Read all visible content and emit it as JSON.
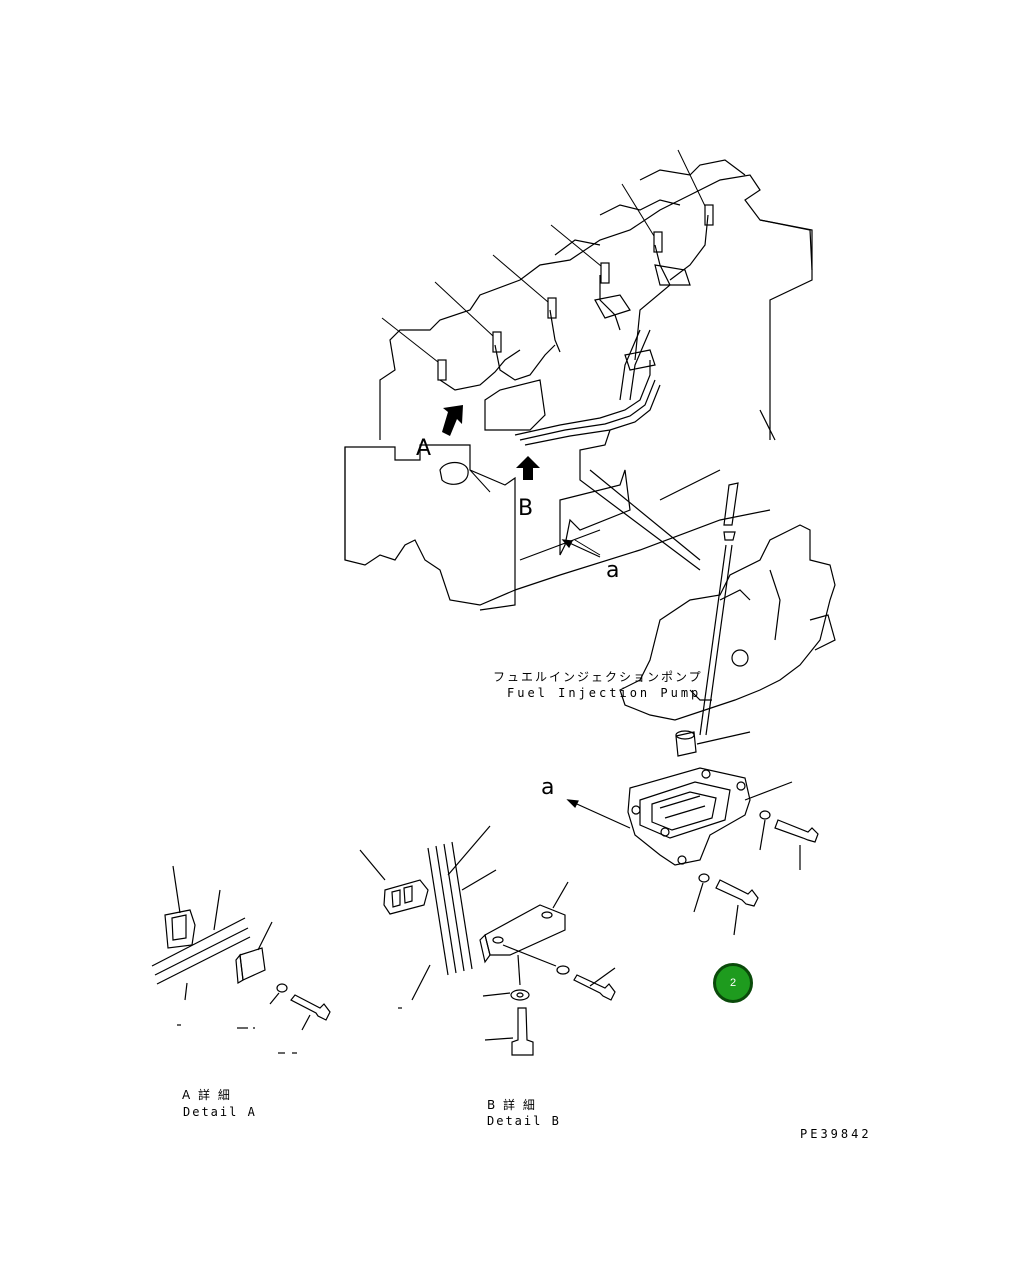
{
  "labels": {
    "view_a": "A",
    "view_b": "B",
    "ref_a_top": "a",
    "ref_a_bottom": "a",
    "pump_jp": "フュエルインジェクションポンプ",
    "pump_en": "Fuel Injection Pump",
    "detail_a_jp": "A 詳 細",
    "detail_a_en": "Detail A",
    "detail_b_jp": "B 詳 細",
    "detail_b_en": "Detail B",
    "drawing_no": "PE39842"
  },
  "callouts": [
    {
      "number": "2",
      "color": "#1e9b1e"
    }
  ]
}
